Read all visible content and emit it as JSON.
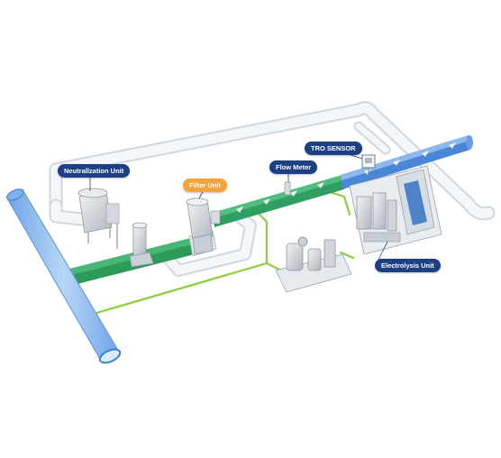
{
  "labels": {
    "neutralization_unit": "Neutrallzation Unit",
    "filter_unit": "Filter Unit",
    "flow_meter": "Flow Meter",
    "tro_sensor": "TRO SENSOR",
    "electrolysis_unit": "Electrolysis Unit"
  },
  "colors": {
    "label_primary": "#1d3f86",
    "label_highlight": "#f3a33a",
    "main_pipe": "#2e9a5a",
    "discharge_pipe": "#4a86d6",
    "control_line": "#8ccf3c",
    "return_pipe": "#e6ecf0",
    "seawater_pipe": "#9cc3ee"
  },
  "icons": {
    "flow_arrow": "arrow-right-icon"
  }
}
